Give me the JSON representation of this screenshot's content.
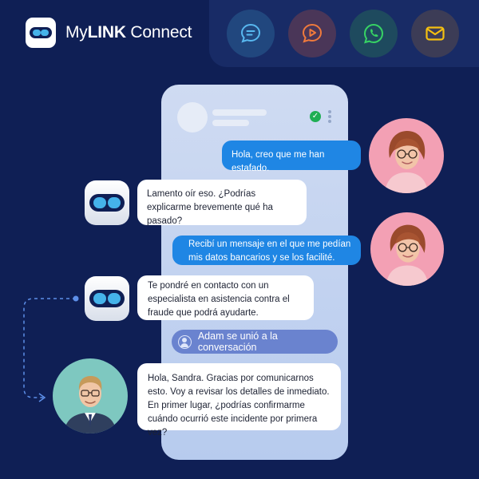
{
  "brand": {
    "prefix": "My",
    "bold": "LINK",
    "suffix": " Connect"
  },
  "channels": [
    {
      "name": "chat",
      "icon": "chat-bubble-icon",
      "bg": "#21477e",
      "color": "#58b8f0"
    },
    {
      "name": "video",
      "icon": "play-bubble-icon",
      "bg": "#4a3658",
      "color": "#f07a3c"
    },
    {
      "name": "whatsapp",
      "icon": "whatsapp-icon",
      "bg": "#1e4a5e",
      "color": "#37d364"
    },
    {
      "name": "email",
      "icon": "envelope-icon",
      "bg": "#3c3c56",
      "color": "#f5c010"
    }
  ],
  "messages": [
    {
      "from": "user",
      "text": "Hola, creo que me han estafado."
    },
    {
      "from": "bot",
      "text": "Lamento oír eso. ¿Podrías explicarme brevemente qué ha pasado?"
    },
    {
      "from": "user",
      "text": "Recibí un mensaje en el que me pedían mis datos bancarios y se los facilité."
    },
    {
      "from": "bot",
      "text": "Te pondré en contacto con un especialista en asistencia contra el fraude que podrá ayudarte."
    },
    {
      "from": "agent",
      "text": "Hola, Sandra. Gracias por comunicarnos esto. Voy a revisar los detalles de inmediato. En primer lugar, ¿podrías confirmarme cuándo ocurrió este incidente por primera vez?"
    }
  ],
  "join_notice": "Adam se unió a la conversación",
  "colors": {
    "background": "#0f1f55",
    "outgoing": "#1f86e4",
    "incoming": "#ffffff",
    "join": "#6a83cf"
  }
}
